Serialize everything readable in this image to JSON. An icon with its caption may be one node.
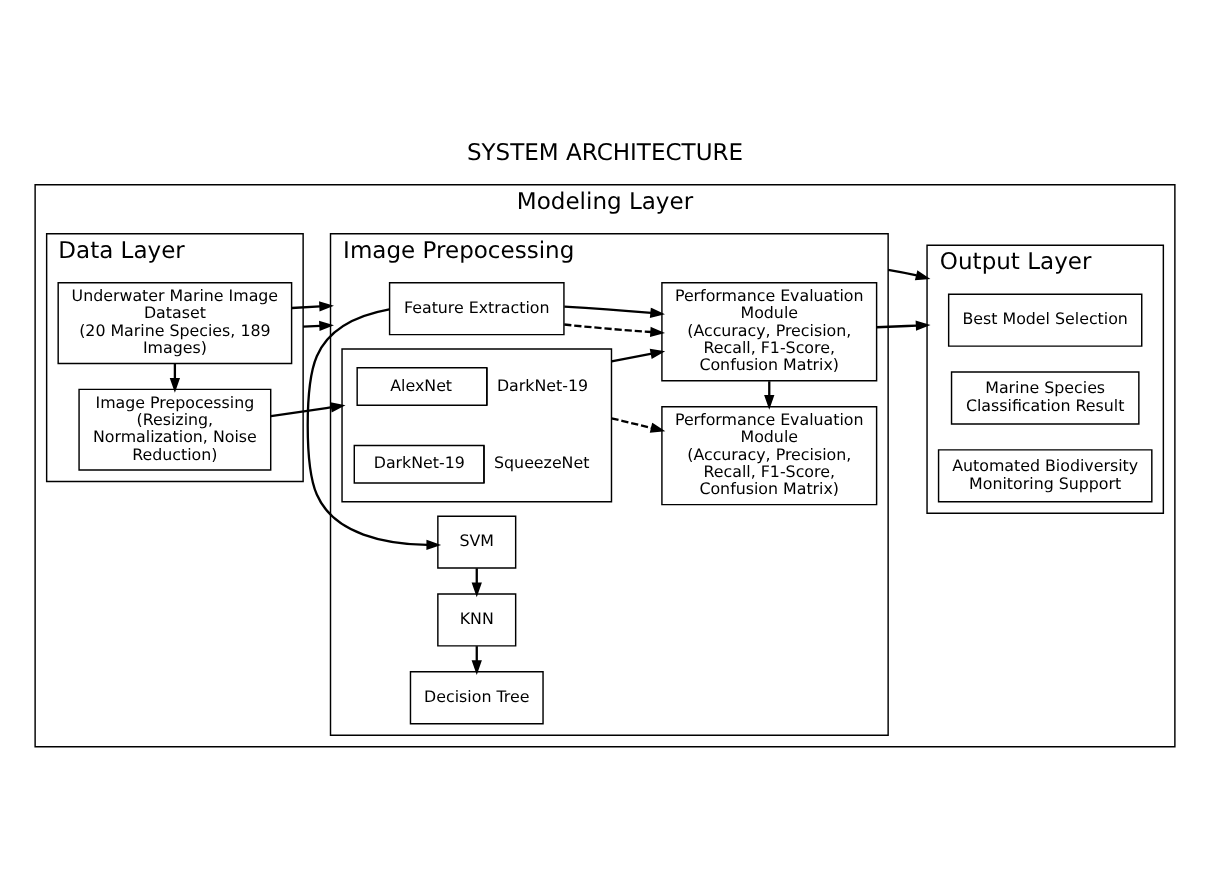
{
  "diagram": {
    "title": "SYSTEM ARCHITECTURE",
    "nodes": [
      {
        "text": [
          "Modeling Layer"
        ]
      },
      {
        "text": [
          "Data Layer"
        ],
        "in": 0
      },
      {
        "text": [
          "Underwater Marine Image Dataset",
          "(20 Marine Species, 189 Images)"
        ],
        "in": 1
      },
      {
        "text": [
          "Image Prepocessing",
          "(Resizing, Normalization, Noise Reduction)"
        ],
        "in": 1
      },
      {
        "text": [
          "Image Prepocessing"
        ],
        "in": 0
      },
      {
        "text": [
          "Feature Extraction"
        ],
        "in": 4
      },
      {
        "text": [
          "SVM"
        ],
        "in": 4
      },
      {
        "text": [
          "KNN"
        ],
        "in": 4
      },
      {
        "text": [
          "Decision Tree"
        ],
        "in": 4
      },
      {
        "text": [],
        "shape": "box",
        "in": 4
      },
      {
        "text": [
          "AlexNet"
        ],
        "beside": [
          "DarkNet-19"
        ],
        "in": 9
      },
      {
        "text": [
          "DarkNet-19"
        ],
        "beside": [
          "SqueezeNet"
        ],
        "in": 9
      },
      {
        "text": [
          "Performance Evaluation Module",
          "(Accuracy, Precision, Recall, F1-Score, Confusion Matrix)"
        ],
        "in": 4
      },
      {
        "text": [
          "Performance Evaluation Module",
          "(Accuracy, Precision, Recall, F1-Score, Confusion Matrix)"
        ],
        "in": 4
      },
      {
        "text": [
          "Output Layer"
        ],
        "in": 0
      },
      {
        "text": [
          "Best Model Selection"
        ],
        "in": 14
      },
      {
        "text": [
          "Marine Species Classification Result"
        ],
        "in": 14
      },
      {
        "text": [
          "Automated Biodiversity Monitoring Support"
        ],
        "in": 14
      }
    ],
    "edges": [
      {
        "from": 1,
        "to": 4,
        "arrow": "to"
      },
      {
        "from": 2,
        "to": 3,
        "arrow": "to"
      },
      {
        "from": 2,
        "to": 4,
        "arrow": "to"
      },
      {
        "from": 3,
        "to": 9,
        "arrow": "to"
      },
      {
        "from": 5,
        "to": 6,
        "arrow": "to"
      },
      {
        "from": 6,
        "to": 7,
        "arrow": "to"
      },
      {
        "from": 7,
        "to": 8,
        "arrow": "to"
      },
      {
        "from": 5,
        "to": 12,
        "arrow": "to",
        "style": "dashed"
      },
      {
        "from": 9,
        "to": 13,
        "arrow": "to",
        "style": "dashed"
      },
      {
        "from": 5,
        "to": 12,
        "arrow": "to"
      },
      {
        "from": 9,
        "to": 12,
        "arrow": "to"
      },
      {
        "from": 12,
        "to": 13,
        "arrow": "to"
      },
      {
        "from": 4,
        "to": 14,
        "arrow": "to"
      },
      {
        "from": 12,
        "to": 14,
        "arrow": "to"
      }
    ]
  }
}
